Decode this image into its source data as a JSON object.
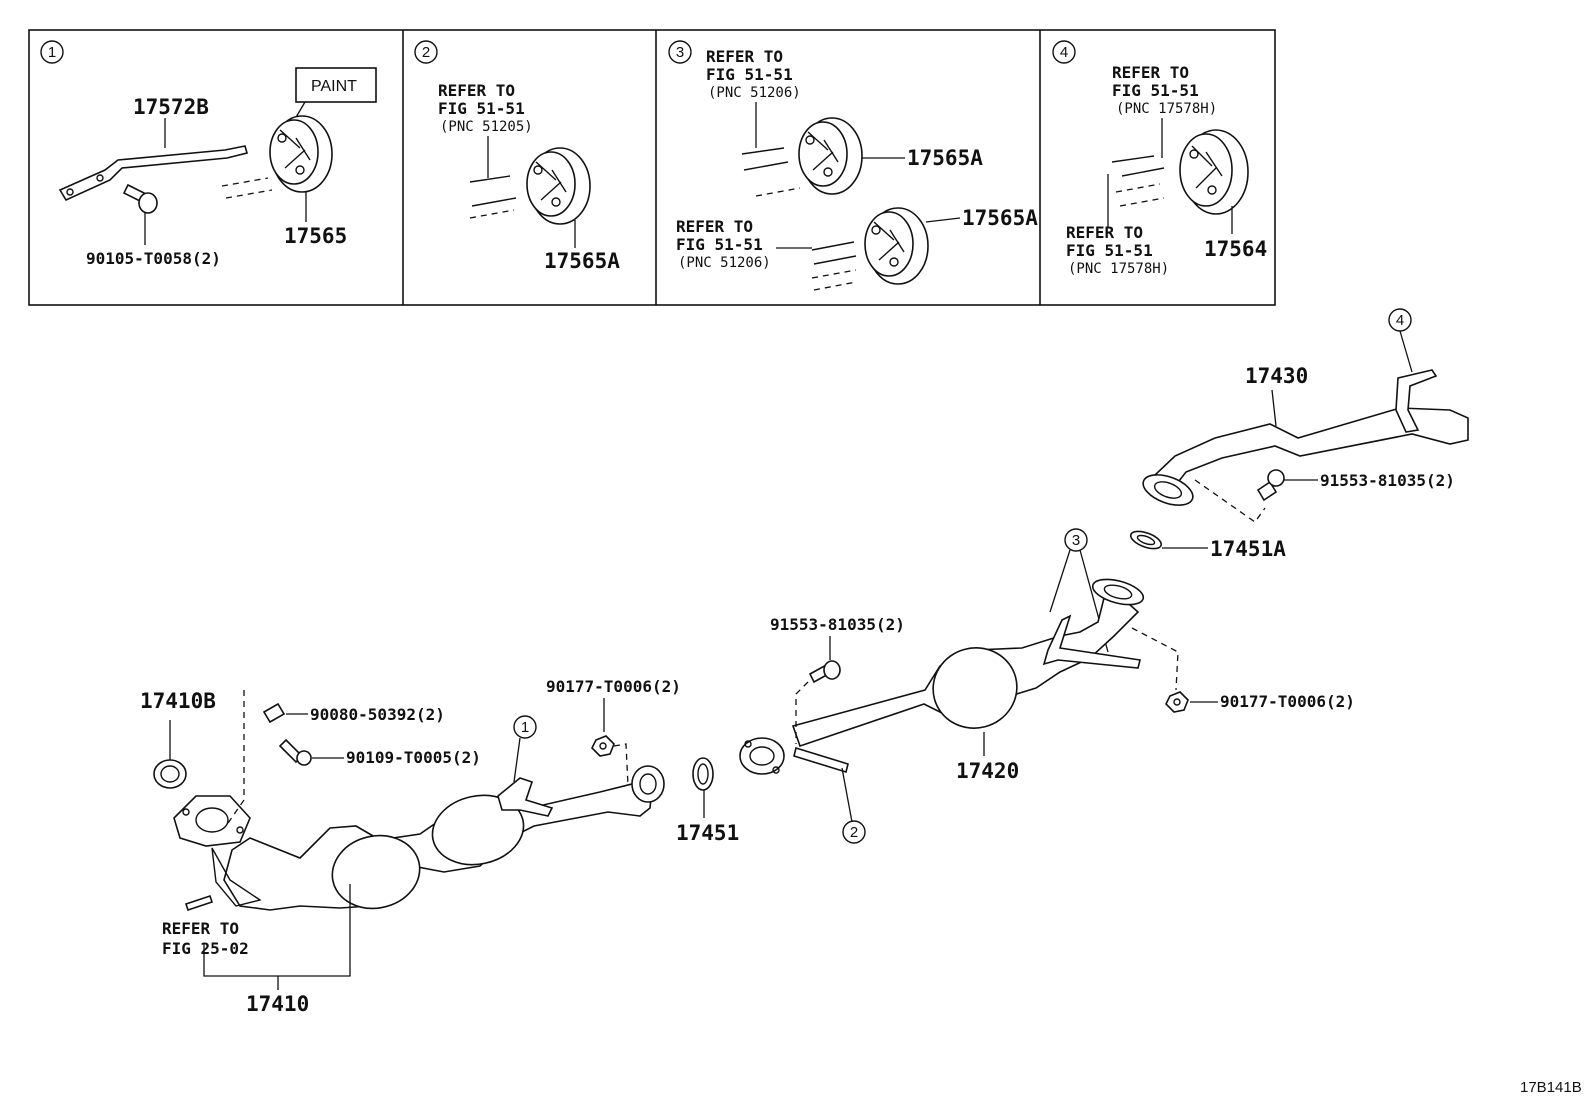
{
  "insets": {
    "inset1": {
      "marker": "1",
      "part_pipe": "17572B",
      "part_cushion": "17565",
      "bolt": "90105-T0058(2)",
      "paint_label": "PAINT"
    },
    "inset2": {
      "marker": "2",
      "ref_line1": "REFER TO",
      "ref_line2": "FIG 51-51",
      "ref_line3": "(PNC 51205)",
      "part_cushion": "17565A"
    },
    "inset3": {
      "marker": "3",
      "ref_a_line1": "REFER TO",
      "ref_a_line2": "FIG 51-51",
      "ref_a_line3": "(PNC 51206)",
      "part_cushion_a": "17565A",
      "ref_b_line1": "REFER TO",
      "ref_b_line2": "FIG 51-51",
      "ref_b_line3": "(PNC 51206)",
      "part_cushion_b": "17565A"
    },
    "inset4": {
      "marker": "4",
      "ref_a_line1": "REFER TO",
      "ref_a_line2": "FIG 51-51",
      "ref_a_line3": "(PNC 17578H)",
      "ref_b_line1": "REFER TO",
      "ref_b_line2": "FIG 51-51",
      "ref_b_line3": "(PNC 17578H)",
      "part_cushion": "17564"
    }
  },
  "main": {
    "tailpipe": "17430",
    "tailpipe_marker": "4",
    "tailpipe_bolt": "91553-81035(2)",
    "gasket_rear": "17451A",
    "center_marker": "3",
    "center_pipe": "17420",
    "center_bolt": "91553-81035(2)",
    "center_nut": "90177-T0006(2)",
    "center_marker2": "2",
    "gasket_mid": "17451",
    "front_nut": "90177-T0006(2)",
    "front_marker": "1",
    "front_gasket": "17410B",
    "front_stud": "90080-50392(2)",
    "front_bolt": "90109-T0005(2)",
    "front_ref_line1": "REFER TO",
    "front_ref_line2": "FIG 25-02",
    "front_pipe": "17410"
  },
  "diagram_code": "17B141B"
}
